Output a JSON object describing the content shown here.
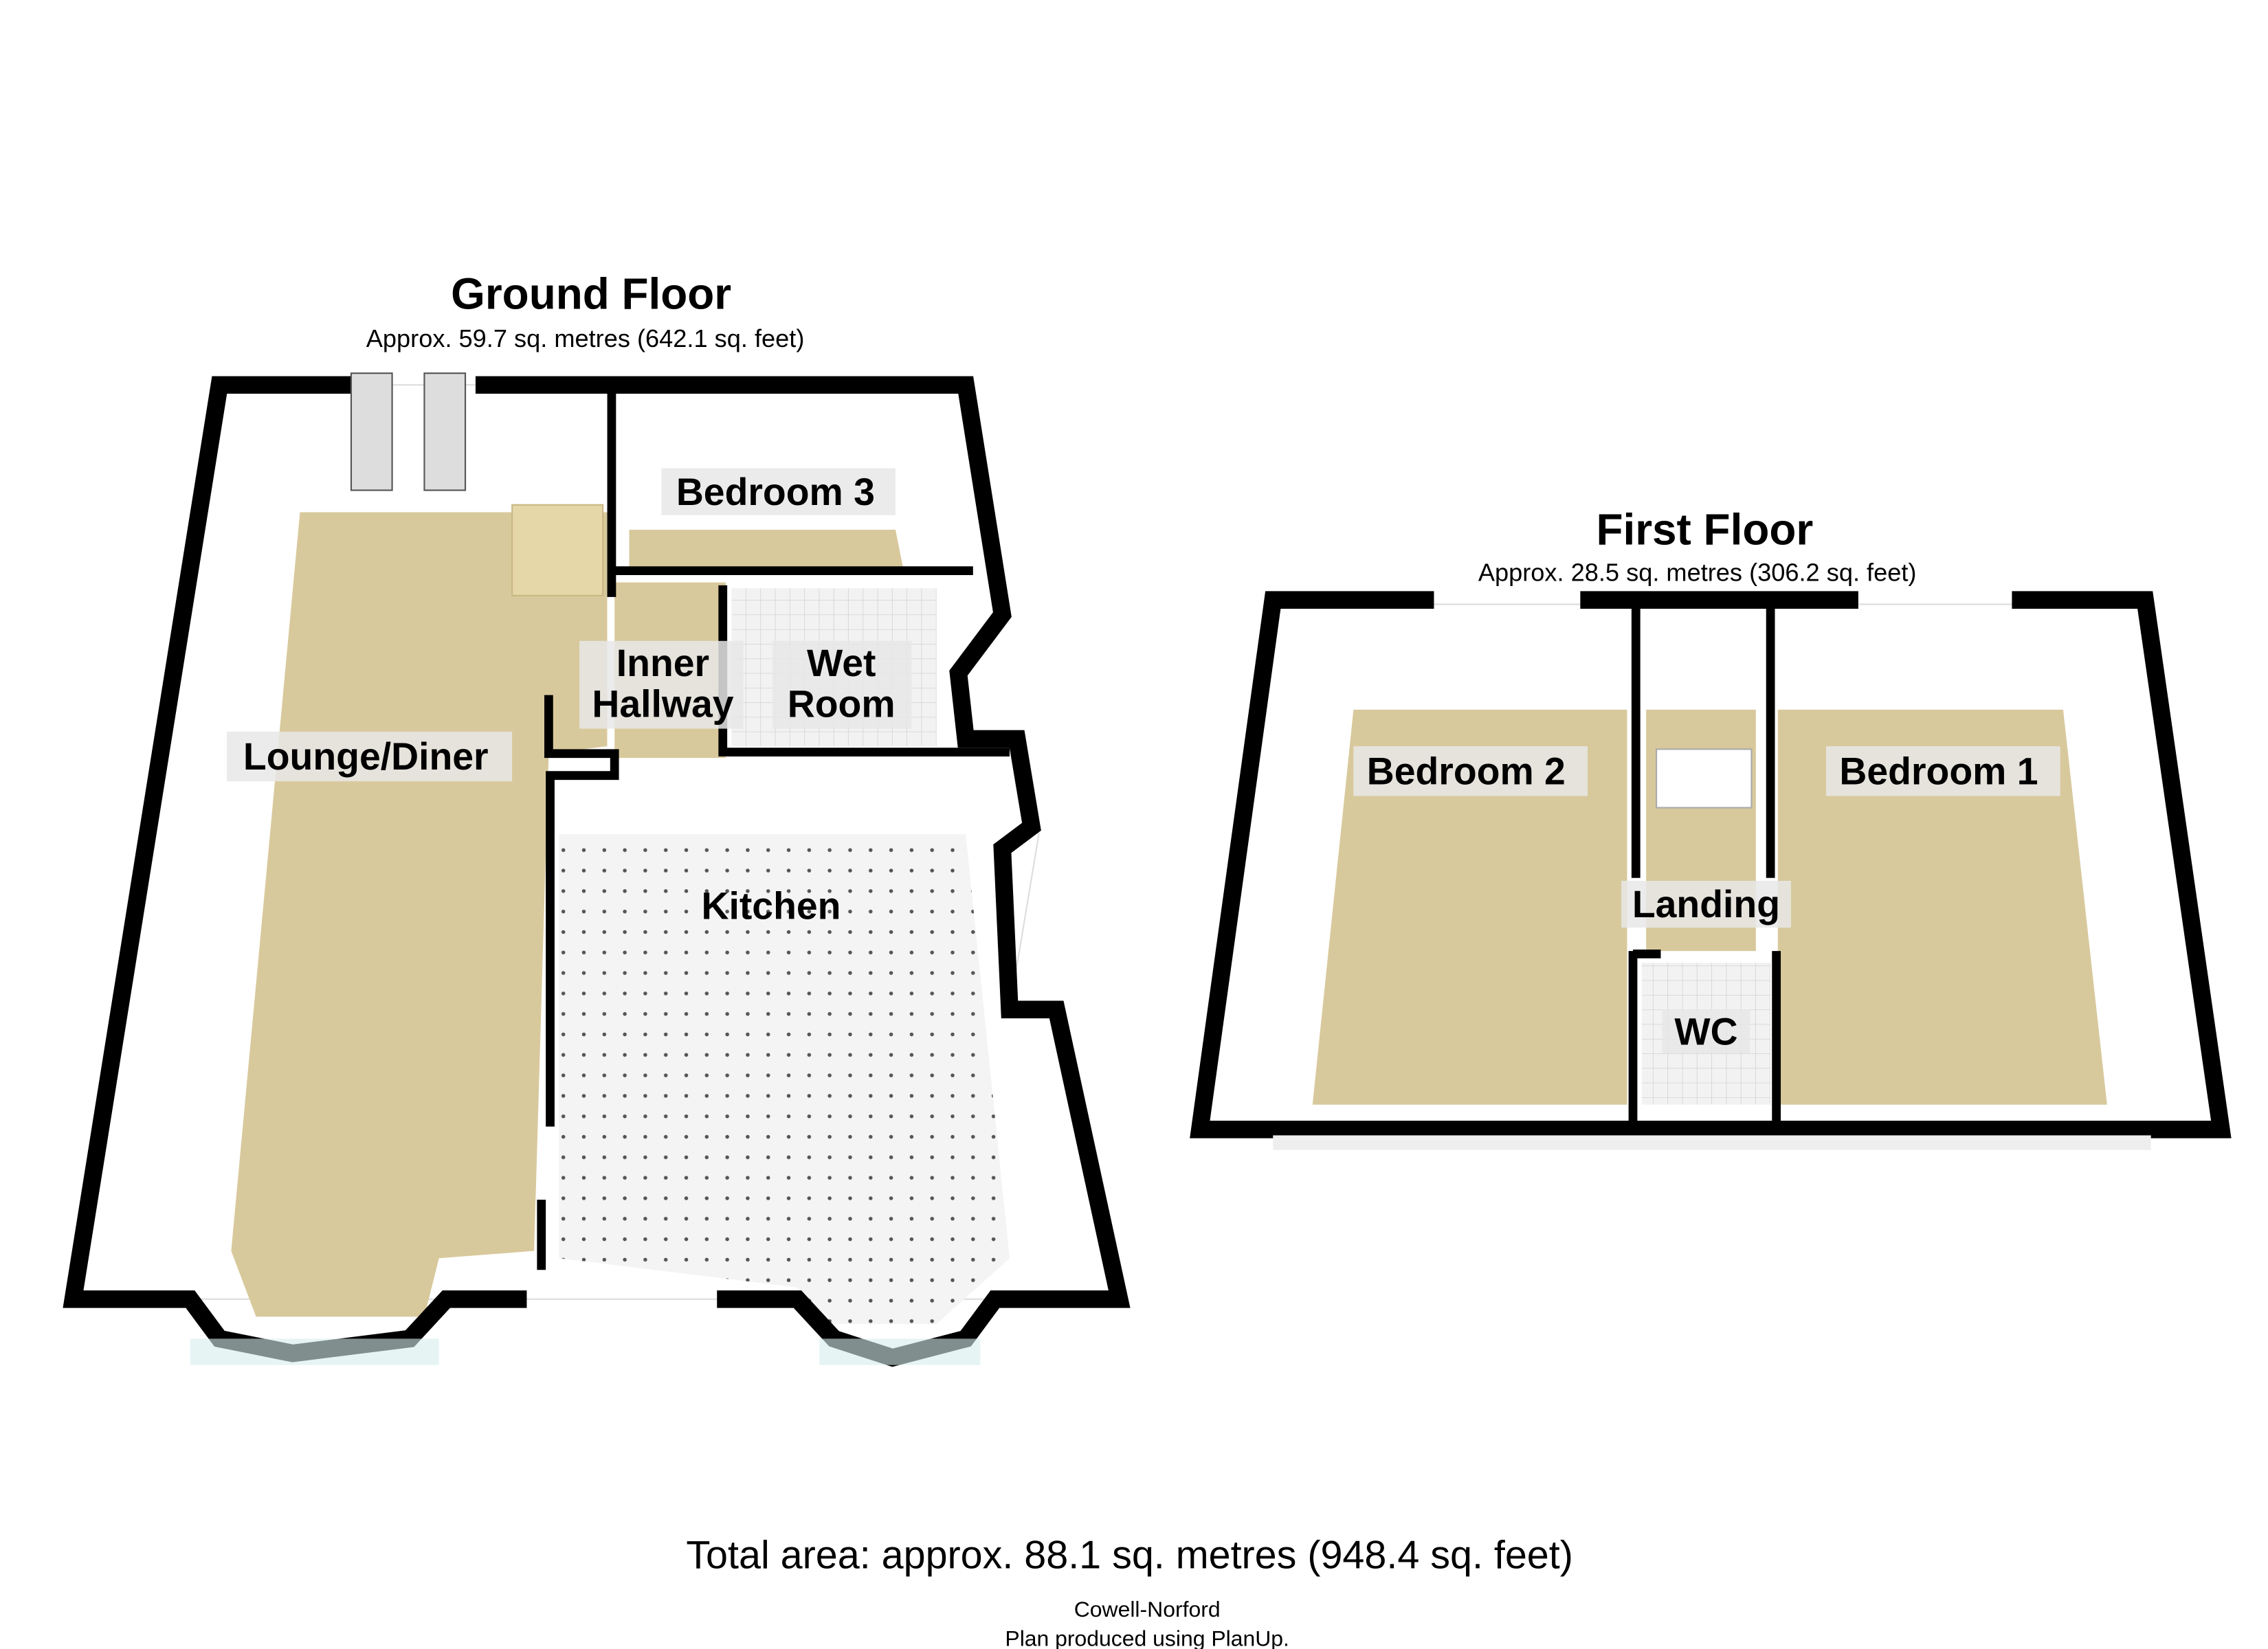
{
  "ground_floor": {
    "title": "Ground Floor",
    "area": "Approx. 59.7 sq. metres (642.1 sq. feet)",
    "rooms": {
      "lounge": "Lounge/Diner",
      "bedroom3": "Bedroom 3",
      "inner_hallway_1": "Inner",
      "inner_hallway_2": "Hallway",
      "wet_room_1": "Wet",
      "wet_room_2": "Room",
      "kitchen": "Kitchen"
    }
  },
  "first_floor": {
    "title": "First Floor",
    "area": "Approx. 28.5 sq. metres (306.2 sq. feet)",
    "rooms": {
      "bedroom2": "Bedroom 2",
      "bedroom1": "Bedroom 1",
      "landing": "Landing",
      "wc": "WC"
    }
  },
  "footer": {
    "total_area": "Total area: approx. 88.1 sq. metres (948.4 sq. feet)",
    "agent": "Cowell-Norford",
    "produced": "Plan produced using PlanUp."
  },
  "colors": {
    "carpet": "#d8c99c",
    "wall": "#000000",
    "tile": "#f2f2f2"
  }
}
